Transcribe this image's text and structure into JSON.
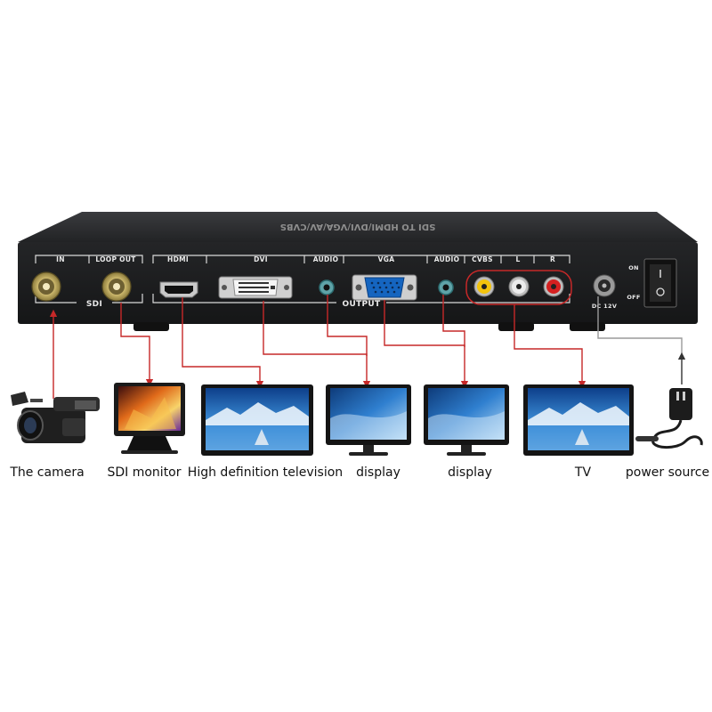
{
  "device": {
    "top_label": "SDI TO HDMI/DVI/VGA/AV/CVBS",
    "sdi_group": {
      "in_label": "IN",
      "loop_label": "LOOP OUT",
      "group_label": "SDI"
    },
    "output_group": {
      "hdmi_label": "HDMI",
      "dvi_label": "DVI",
      "audio1_label": "AUDIO",
      "vga_label": "VGA",
      "audio2_label": "AUDIO",
      "cvbs_label": "CVBS",
      "l_label": "L",
      "r_label": "R",
      "group_label": "OUTPUT"
    },
    "dc_label": "DC 12V",
    "switch_on_label": "ON",
    "switch_off_label": "OFF"
  },
  "captions": [
    {
      "id": "camera",
      "text": "The camera"
    },
    {
      "id": "sdi-monitor",
      "text": "SDI monitor"
    },
    {
      "id": "hdtv",
      "text": "High definition television"
    },
    {
      "id": "display-1",
      "text": "display"
    },
    {
      "id": "display-2",
      "text": "display"
    },
    {
      "id": "tv",
      "text": "TV"
    },
    {
      "id": "power-source",
      "text": "power source"
    }
  ],
  "colors": {
    "device_body": "#2b2c2e",
    "device_face": "#1c1d1f",
    "connector_line": "#c62828",
    "power_line": "#9a9a9a",
    "vga_blue": "#1565c0",
    "rca_yellow": "#f2c30c",
    "rca_white": "#e6e6e6",
    "rca_red": "#d42020",
    "screen_sky": "#2a78c9",
    "screen_sea": "#7fb6e6"
  }
}
